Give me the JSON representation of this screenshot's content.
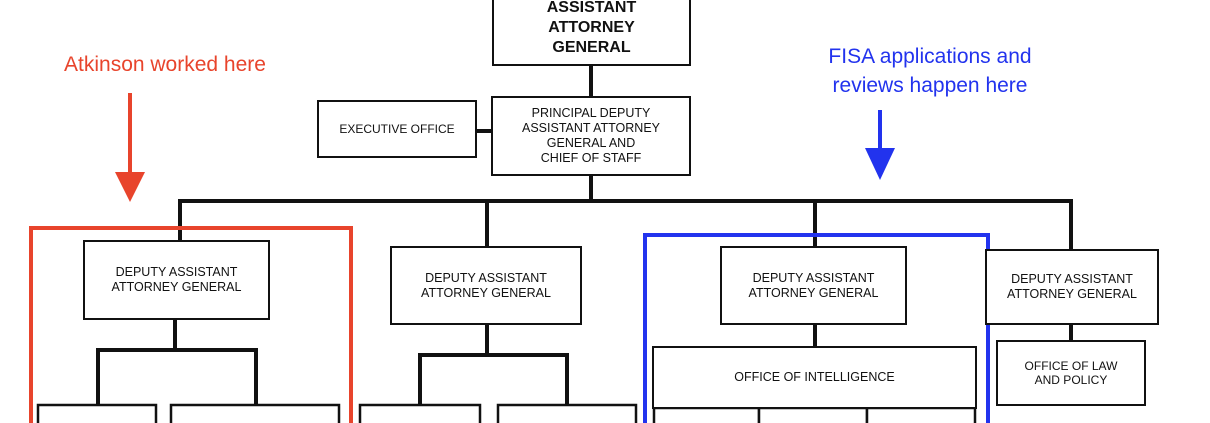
{
  "nodes": {
    "aag": "ASSISTANT\nATTORNEY\nGENERAL",
    "pdaag": "PRINCIPAL DEPUTY\nASSISTANT ATTORNEY\nGENERAL AND\nCHIEF OF STAFF",
    "exec_office": "EXECUTIVE OFFICE",
    "daag_1": "DEPUTY ASSISTANT\nATTORNEY GENERAL",
    "daag_2": "DEPUTY ASSISTANT\nATTORNEY GENERAL",
    "daag_3": "DEPUTY ASSISTANT\nATTORNEY GENERAL",
    "daag_4": "DEPUTY ASSISTANT\nATTORNEY GENERAL",
    "office_intelligence": "OFFICE OF INTELLIGENCE",
    "office_law_policy": "OFFICE OF LAW\nAND POLICY"
  },
  "annotations": {
    "atkinson": "Atkinson worked here",
    "fisa": "FISA applications and\nreviews happen here"
  },
  "colors": {
    "line": "#111111",
    "red": "#e8442c",
    "blue": "#2233ee"
  }
}
